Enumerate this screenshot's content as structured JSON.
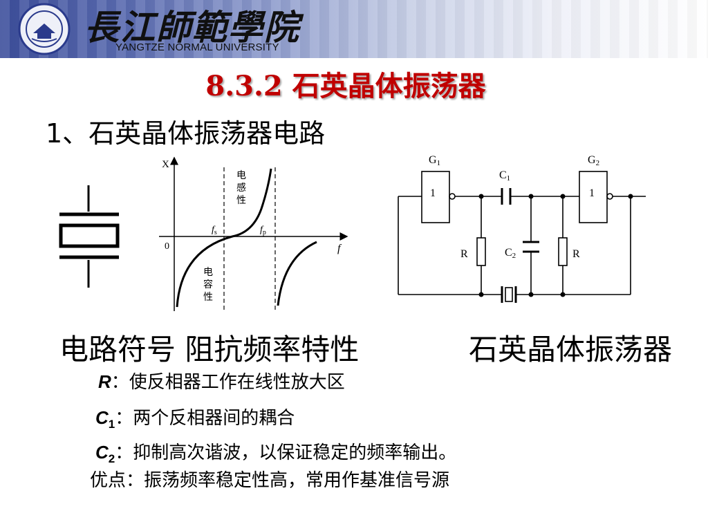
{
  "header": {
    "university_name_cn": "長江師範學院",
    "university_name_en": "YANGTZE NORMAL UNIVERSITY",
    "logo_icon": "university-seal-icon",
    "colors": {
      "banner": "#3d4f9c",
      "title": "#c00000"
    }
  },
  "slide": {
    "title": "8.3.2  石英晶体振荡器",
    "subtitle": "1、石英晶体振荡器电路",
    "captions": {
      "symbol_and_impedance": "电路符号 阻抗频率特性",
      "oscillator": "石英晶体振荡器"
    },
    "notes": [
      {
        "key": "R",
        "sub": "",
        "text": "：使反相器工作在线性放大区"
      },
      {
        "key": "C",
        "sub": "1",
        "text": "：两个反相器间的耦合"
      },
      {
        "key": "C",
        "sub": "2",
        "text": "：抑制高次谐波，以保证稳定的频率输出。"
      }
    ],
    "advantage": "优点：振荡频率稳定性高，常用作基准信号源"
  },
  "impedance_graph": {
    "y_axis_label": "X",
    "x_axis_label": "f",
    "origin_label": "0",
    "fs_label": "f",
    "fs_sub": "s",
    "fp_label": "f",
    "fp_sub": "p",
    "inductive_label": [
      "电",
      "感",
      "性"
    ],
    "capacitive_label": [
      "电",
      "容",
      "性"
    ]
  },
  "circuit": {
    "gate1_label": "G",
    "gate1_sub": "1",
    "gate2_label": "G",
    "gate2_sub": "2",
    "gate_symbol": "1",
    "c1_label": "C",
    "c1_sub": "1",
    "c2_label": "C",
    "c2_sub": "2",
    "r_left_label": "R",
    "r_right_label": "R"
  }
}
